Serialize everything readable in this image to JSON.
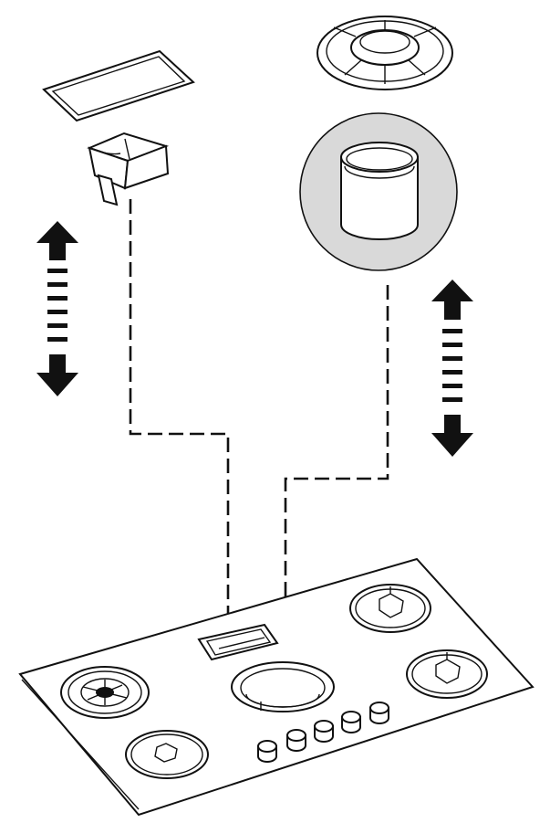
{
  "diagram": {
    "kind": "exploded installation illustration (no visible text)",
    "components": [
      "gasket",
      "filter-cartridge",
      "burner-cap",
      "extraction-cylinder",
      "cooktop",
      "control-knobs"
    ],
    "annotations": {
      "left_arrow_icon": "double-arrow-up-down",
      "right_arrow_icon": "double-arrow-up-down"
    },
    "colors": {
      "line": "#111111",
      "fill": "#ffffff",
      "highlight": "#d9d9d9"
    }
  }
}
